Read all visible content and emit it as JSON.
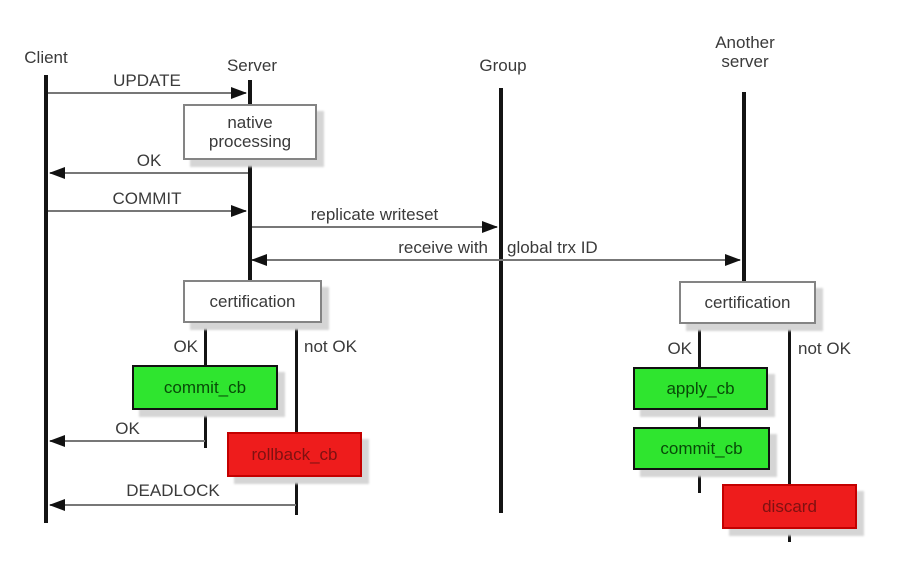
{
  "diagram": {
    "type": "sequence-diagram",
    "lifelines": {
      "client": "Client",
      "server": "Server",
      "group": "Group",
      "another_server": "Another server"
    },
    "messages": {
      "update": "UPDATE",
      "ok_native": "OK",
      "commit": "COMMIT",
      "replicate": "replicate writeset",
      "receive_left": "receive with",
      "receive_right": "global trx ID",
      "ok_commit": "OK",
      "deadlock": "DEADLOCK"
    },
    "boxes": {
      "native": "native processing",
      "cert_left": "certification",
      "cert_right": "certification",
      "commit_cb_left": "commit_cb",
      "rollback_cb": "rollback_cb",
      "apply_cb": "apply_cb",
      "commit_cb_right": "commit_cb",
      "discard": "discard"
    },
    "branch_labels": {
      "left_ok": "OK",
      "left_not_ok": "not OK",
      "right_ok": "OK",
      "right_not_ok": "not OK"
    },
    "colors": {
      "success_green": "#2fe52f",
      "failure_red": "#ee1c1c",
      "neutral_border": "#848484",
      "shadow": "#d5d5d5",
      "lifeline": "#141414",
      "arrow_line": "#777777",
      "arrow_head": "#111111",
      "text": "#3a3a3a",
      "green_text": "#084a08",
      "red_text": "#7e1111"
    }
  }
}
